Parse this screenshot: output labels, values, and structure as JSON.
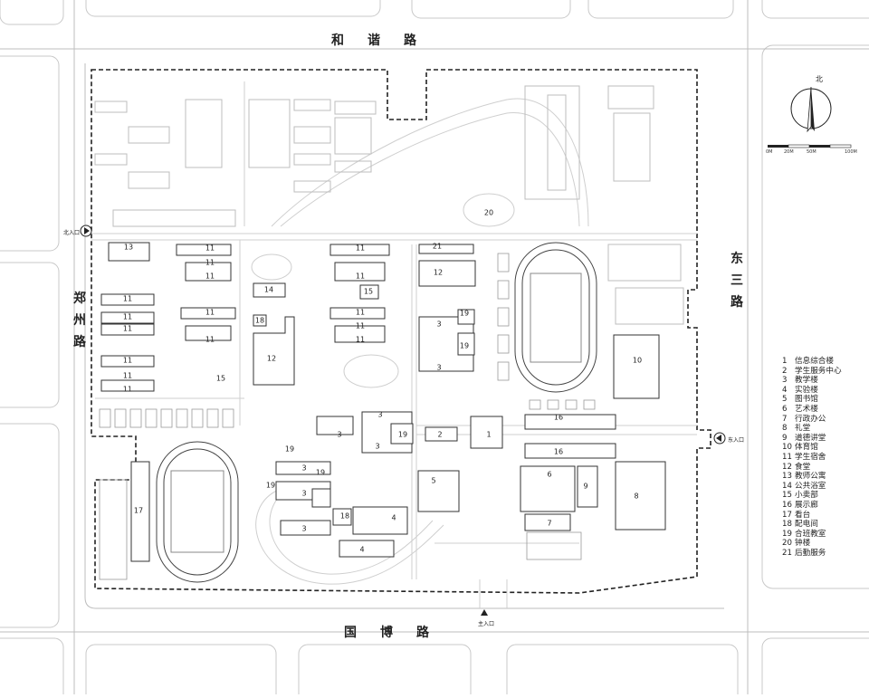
{
  "roads": {
    "north": "和谐路",
    "south": "国博路",
    "west": "郑州路",
    "east": "东三路"
  },
  "entrances": {
    "west": "北入口",
    "east": "东入口",
    "south": "主入口"
  },
  "north_arrow": "北",
  "scale_bar": [
    "0M",
    "20M",
    "50M",
    "100M"
  ],
  "building_labels": {
    "b1": "1",
    "b2": "2",
    "b3a": "3",
    "b3b": "3",
    "b3c": "3",
    "b3d": "3",
    "b3e": "3",
    "b3f": "3",
    "b3g": "3",
    "b3h": "3",
    "b4a": "4",
    "b4b": "4",
    "b5": "5",
    "b6": "6",
    "b7": "7",
    "b8": "8",
    "b9": "9",
    "b10": "10",
    "b11a": "11",
    "b11b": "11",
    "b11c": "11",
    "b11d": "11",
    "b11e": "11",
    "b11f": "11",
    "b11g": "11",
    "b11h": "11",
    "b11i": "11",
    "b11j": "11",
    "b11k": "11",
    "b11l": "11",
    "b11m": "11",
    "b11n": "11",
    "b11o": "11",
    "b11p": "11",
    "b12a": "12",
    "b12b": "12",
    "b13": "13",
    "b14": "14",
    "b15a": "15",
    "b15b": "15",
    "b16a": "16",
    "b16b": "16",
    "b17": "17",
    "b18a": "18",
    "b18b": "18",
    "b19a": "19",
    "b19b": "19",
    "b19c": "19",
    "b19d": "19",
    "b19e": "19",
    "b19f": "19",
    "b20": "20",
    "b21": "21"
  },
  "legend": [
    {
      "num": "1",
      "name": "信息综合楼"
    },
    {
      "num": "2",
      "name": "学生服务中心"
    },
    {
      "num": "3",
      "name": "教学楼"
    },
    {
      "num": "4",
      "name": "实验楼"
    },
    {
      "num": "5",
      "name": "图书馆"
    },
    {
      "num": "6",
      "name": "艺术楼"
    },
    {
      "num": "7",
      "name": "行政办公"
    },
    {
      "num": "8",
      "name": "礼堂"
    },
    {
      "num": "9",
      "name": "道德讲堂"
    },
    {
      "num": "10",
      "name": "体育馆"
    },
    {
      "num": "11",
      "name": "学生宿舍"
    },
    {
      "num": "12",
      "name": "食堂"
    },
    {
      "num": "13",
      "name": "教师公寓"
    },
    {
      "num": "14",
      "name": "公共浴室"
    },
    {
      "num": "15",
      "name": "小卖部"
    },
    {
      "num": "16",
      "name": "展示廊"
    },
    {
      "num": "17",
      "name": "看台"
    },
    {
      "num": "18",
      "name": "配电间"
    },
    {
      "num": "19",
      "name": "合班教室"
    },
    {
      "num": "20",
      "name": "钟楼"
    },
    {
      "num": "21",
      "name": "后勤服务"
    }
  ]
}
